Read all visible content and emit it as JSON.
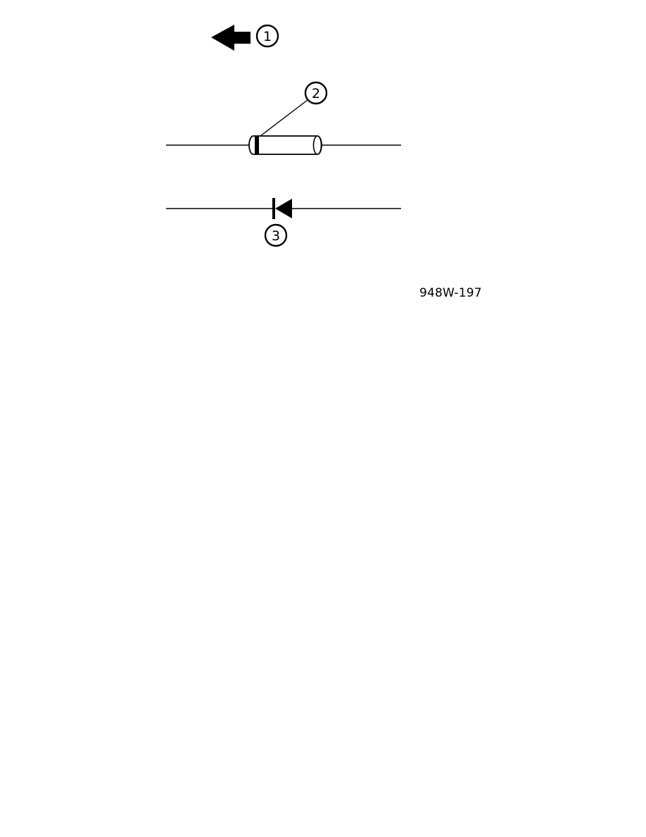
{
  "callouts": [
    {
      "number": "1"
    },
    {
      "number": "2"
    },
    {
      "number": "3"
    }
  ],
  "figure_id": "948W-197",
  "colors": {
    "ink": "#000000",
    "paper": "#ffffff"
  },
  "icons": {
    "direction_arrow": "arrow-left-icon",
    "diode_component": "diode-component-icon",
    "diode_symbol": "diode-symbol-icon"
  }
}
